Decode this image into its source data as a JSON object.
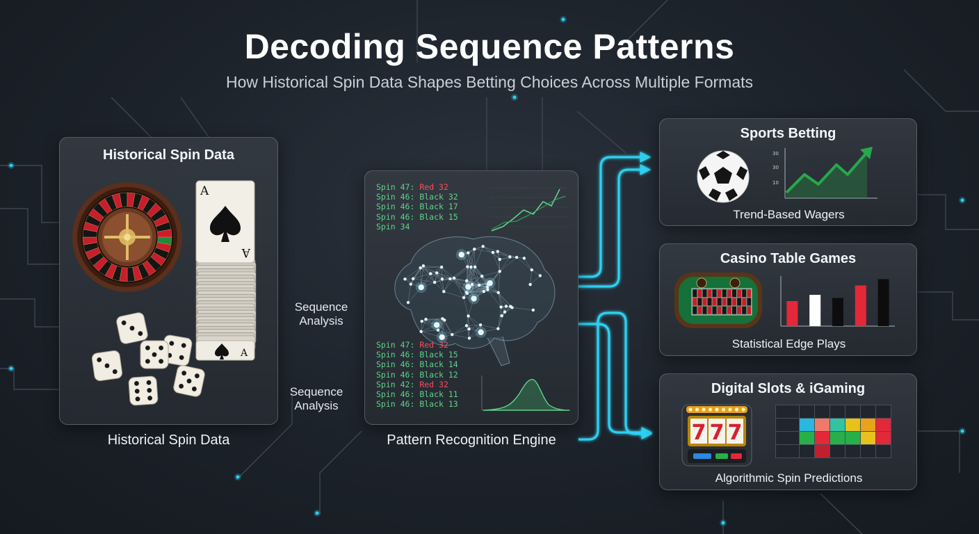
{
  "title": "Decoding Sequence Patterns",
  "subtitle": "How Historical Spin Data Shapes Betting Choices Across Multiple Formats",
  "colors": {
    "accent_cyan": "#2fd0f0",
    "data_green": "#5fd38a",
    "data_red": "#ff4a5c",
    "panel_bg": "#30363e"
  },
  "source_panel": {
    "title": "Historical Spin Data",
    "caption": "Historical Spin Data",
    "items": [
      "roulette-wheel-icon",
      "playing-cards-icon",
      "dice-icon"
    ]
  },
  "arrow_labels": {
    "middle": "Sequence\nAnalysis",
    "bottom": "Sequence\nAnalysis"
  },
  "engine": {
    "caption": "Pattern Recognition Engine",
    "top_lines": [
      {
        "prefix": "Spin 47:",
        "value": "Red 32",
        "color": "red"
      },
      {
        "prefix": "Spin 46:",
        "value": "Black 32",
        "color": "green"
      },
      {
        "prefix": "Spin 46:",
        "value": "Black 17",
        "color": "green"
      },
      {
        "prefix": "Spin 46:",
        "value": "Black 15",
        "color": "green"
      },
      {
        "prefix": "Spin 34",
        "value": "",
        "color": "green"
      }
    ],
    "bottom_lines": [
      {
        "prefix": "Spin 47:",
        "value": "Red 32",
        "color": "red"
      },
      {
        "prefix": "Spin 46:",
        "value": "Black 15",
        "color": "green"
      },
      {
        "prefix": "Spin 46:",
        "value": "Black 14",
        "color": "green"
      },
      {
        "prefix": "Spin 46:",
        "value": "Black 12",
        "color": "green"
      },
      {
        "prefix": "Spin 42:",
        "value": "Red 32",
        "color": "red"
      },
      {
        "prefix": "Spin 46:",
        "value": "Black 11",
        "color": "green"
      },
      {
        "prefix": "Spin 46:",
        "value": "Black 13",
        "color": "green"
      }
    ]
  },
  "outputs": [
    {
      "title": "Sports Betting",
      "caption": "Trend-Based Wagers",
      "icon": "soccer-ball-icon",
      "y_ticks": [
        "30",
        "30",
        "10"
      ]
    },
    {
      "title": "Casino Table Games",
      "caption": "Statistical Edge Plays",
      "icon": "roulette-table-icon",
      "bars": [
        {
          "value": 4,
          "color": "#e3283a"
        },
        {
          "value": 5,
          "color": "#ffffff"
        },
        {
          "value": 4.5,
          "color": "#0d0d0d"
        },
        {
          "value": 6.5,
          "color": "#e3283a"
        },
        {
          "value": 7.5,
          "color": "#0d0d0d"
        }
      ],
      "ylim": [
        0,
        8
      ]
    },
    {
      "title": "Digital Slots & iGaming",
      "caption": "Algorithmic Spin Predictions",
      "icon": "slot-machine-icon",
      "slot_symbols": [
        "7",
        "7",
        "7"
      ],
      "grid": [
        [
          "#1f262e",
          "#1f262e",
          "#1f262e",
          "#1f262e",
          "#1f262e",
          "#1f262e"
        ],
        [
          "#2ab7e0",
          "#f07a6a",
          "#34c3a0",
          "#e8c21c",
          "#e8a21c",
          "#e3283a"
        ],
        [
          "#27b04a",
          "#e3283a",
          "#27b04a",
          "#27b04a",
          "#e8c21c",
          "#e3283a"
        ],
        [
          "#1f262e",
          "#c21f2e",
          "#1f262e",
          "#1f262e",
          "#1f262e",
          "#1f262e"
        ]
      ]
    }
  ]
}
